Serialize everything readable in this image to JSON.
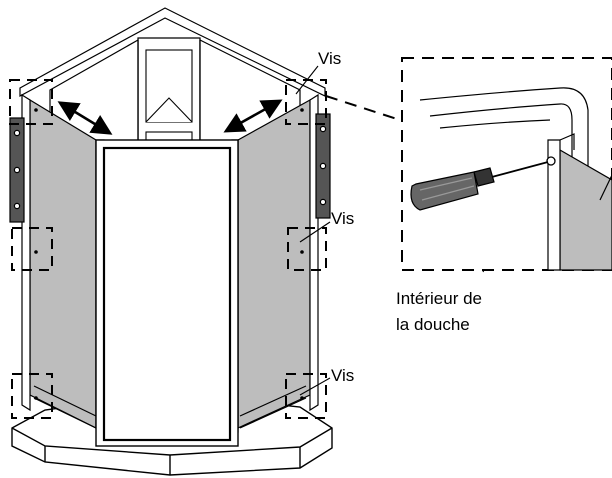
{
  "labels": {
    "screw_top": "Vis",
    "screw_middle": "Vis",
    "screw_bottom": "Vis",
    "inside_line1": "Intérieur de",
    "inside_line2": "la douche"
  },
  "colors": {
    "glass_panel": "#bdbdbd",
    "frame": "#ffffff",
    "line": "#000000",
    "background": "#ffffff"
  }
}
